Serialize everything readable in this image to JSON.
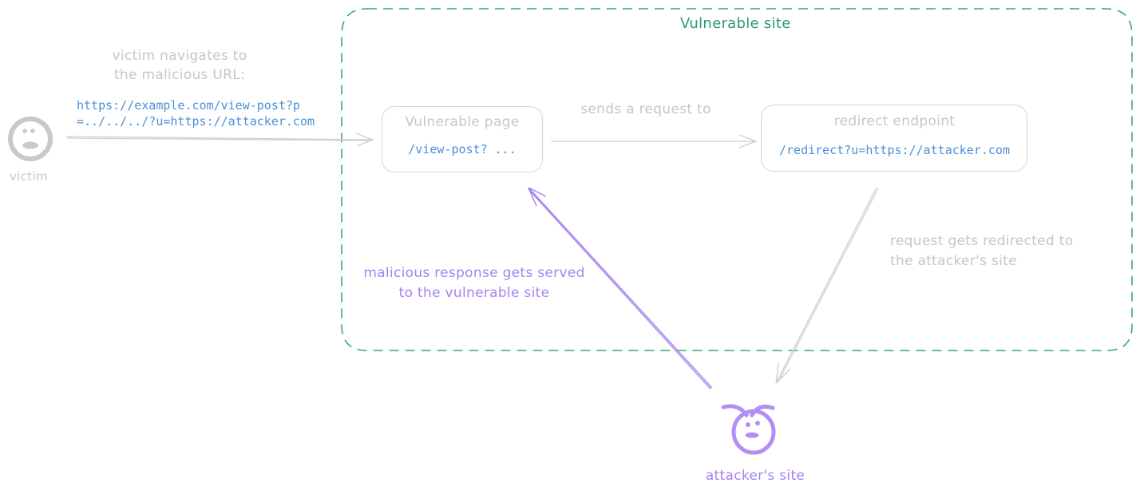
{
  "diagram": {
    "colors": {
      "gray": "#c6c6c6",
      "green": "#2b9a6b",
      "purple": "#a582f0",
      "blue_code": "#4a90d9"
    },
    "container": {
      "label": "Vulnerable site"
    },
    "victim": {
      "icon": "smiley-face-icon",
      "label": "victim",
      "annotation_line1": "victim navigates to",
      "annotation_line2": "the malicious URL:",
      "url_line1": "https://example.com/view-post?p",
      "url_line2": "=../../../?u=https://attacker.com"
    },
    "vulnerable_page": {
      "title": "Vulnerable page",
      "path": "/view-post? ..."
    },
    "request_arrow": {
      "label": "sends a request to"
    },
    "redirect_endpoint": {
      "title": "redirect endpoint",
      "path": "/redirect?u=https://attacker.com"
    },
    "redirect_arrow": {
      "label_line1": "request gets redirected to",
      "label_line2": "the attacker's site"
    },
    "response_arrow": {
      "label_line1": "malicious response gets served",
      "label_line2": "to the vulnerable site"
    },
    "attacker": {
      "icon": "devil-face-icon",
      "label": "attacker's site"
    }
  }
}
